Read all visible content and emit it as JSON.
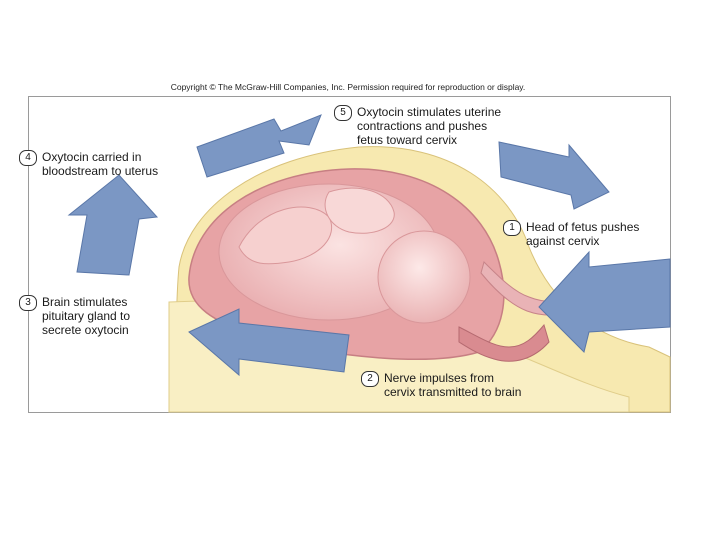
{
  "copyright": "Copyright © The McGraw-Hill Companies, Inc. Permission required for reproduction or display.",
  "steps": [
    {
      "number": "1",
      "text": "Head of fetus pushes\nagainst cervix"
    },
    {
      "number": "2",
      "text": "Nerve impulses from\ncervix transmitted to brain"
    },
    {
      "number": "3",
      "text": "Brain stimulates\npituitary gland to\nsecrete oxytocin"
    },
    {
      "number": "4",
      "text": "Oxytocin carried in\nbloodstream to uterus"
    },
    {
      "number": "5",
      "text": "Oxytocin stimulates uterine\ncontractions and pushes\nfetus toward cervix"
    }
  ],
  "colors": {
    "arrow": "#7b97c4",
    "arrow_edge": "#5a77a8",
    "skin": "#f3c9c7",
    "uterus": "#e7a3a5",
    "body_tissue": "#f7e9b0"
  }
}
